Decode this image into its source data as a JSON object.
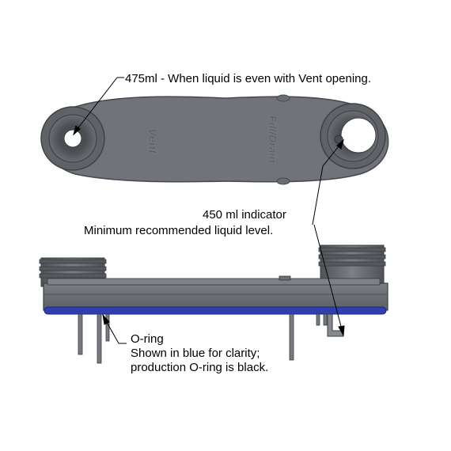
{
  "annotations": {
    "vent_level": "475ml - When liquid is even with Vent opening.",
    "indicator_line1": "450 ml indicator",
    "indicator_line2": "Minimum recommended liquid level.",
    "oring_line1": "O-ring",
    "oring_line2": "Shown in blue for clarity;",
    "oring_line3": "production O-ring is black."
  },
  "embossed": {
    "vent": "Vent",
    "fill_drain": "Fill/Drain"
  },
  "colors": {
    "body": "#6f7379",
    "body_dark": "#53575c",
    "body_light": "#8a8e93",
    "oring": "#2f3fae",
    "leader": "#000000"
  }
}
